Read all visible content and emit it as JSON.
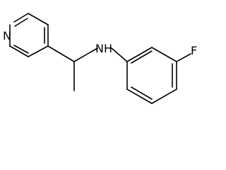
{
  "molecule": {
    "atoms": {
      "nitrogen_ring": "N",
      "amine": "NH",
      "fluorine": "F"
    },
    "colors": {
      "background": "#ffffff",
      "bonds": "#000000",
      "labels": "#000000"
    }
  }
}
